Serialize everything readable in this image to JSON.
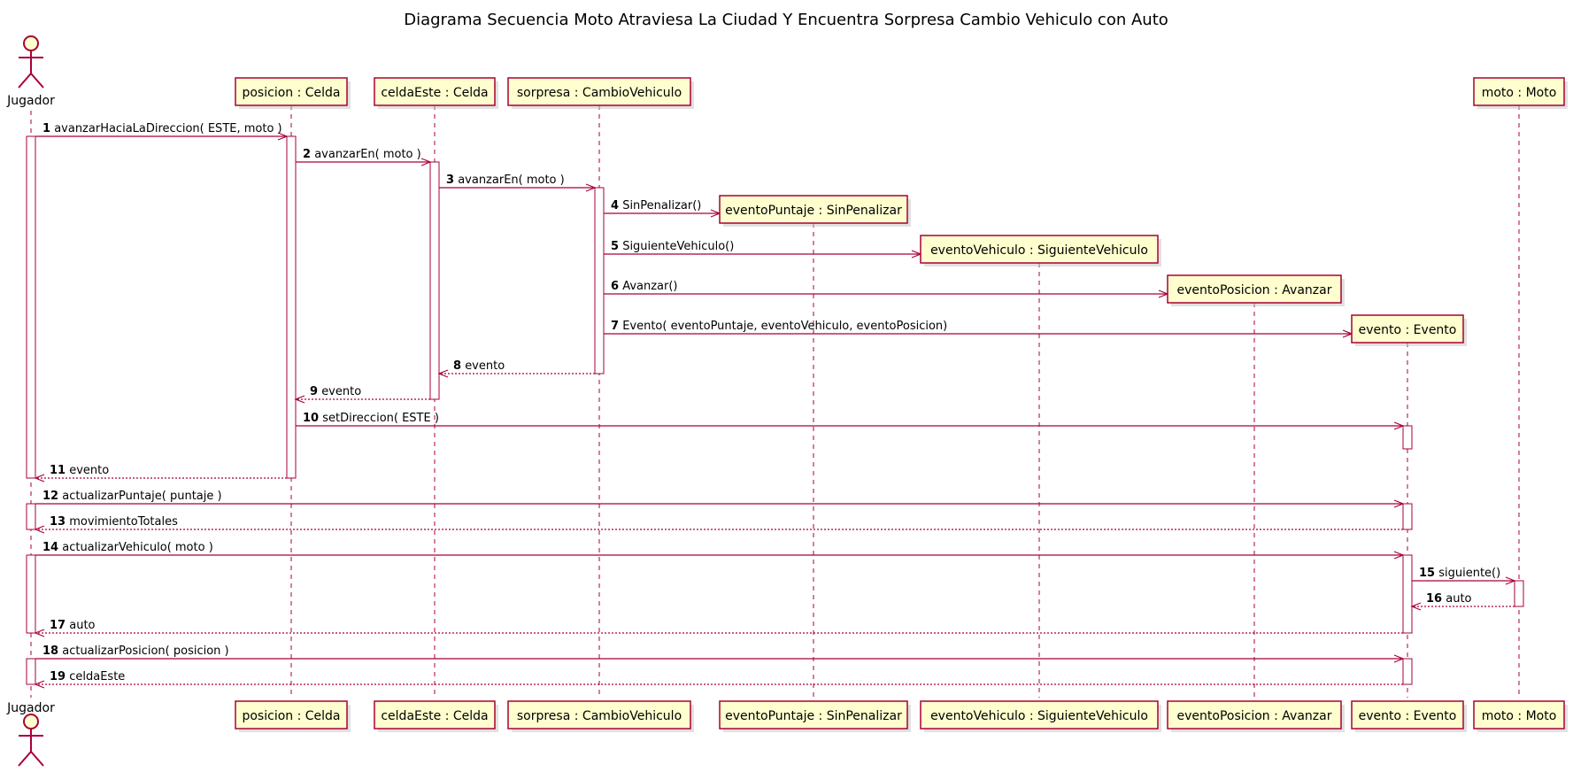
{
  "title": "Diagrama Secuencia Moto Atraviesa La Ciudad Y Encuentra Sorpresa Cambio Vehiculo con Auto",
  "colors": {
    "border": "#a80036",
    "box_fill": "#fefece"
  },
  "actor": {
    "id": "jugador",
    "label": "Jugador"
  },
  "participants": [
    {
      "id": "posicion",
      "label": "posicion : Celda"
    },
    {
      "id": "celdaEste",
      "label": "celdaEste : Celda"
    },
    {
      "id": "sorpresa",
      "label": "sorpresa : CambioVehiculo"
    },
    {
      "id": "eventoPuntaje",
      "label": "eventoPuntaje : SinPenalizar",
      "created_by": 4
    },
    {
      "id": "eventoVehiculo",
      "label": "eventoVehiculo : SiguienteVehiculo",
      "created_by": 5
    },
    {
      "id": "eventoPosicion",
      "label": "eventoPosicion : Avanzar",
      "created_by": 6
    },
    {
      "id": "evento",
      "label": "evento : Evento",
      "created_by": 7
    },
    {
      "id": "moto",
      "label": "moto : Moto"
    }
  ],
  "messages": [
    {
      "n": "1",
      "from": "jugador",
      "to": "posicion",
      "label": "avanzarHaciaLaDireccion( ESTE, moto )",
      "kind": "call"
    },
    {
      "n": "2",
      "from": "posicion",
      "to": "celdaEste",
      "label": "avanzarEn( moto )",
      "kind": "call"
    },
    {
      "n": "3",
      "from": "celdaEste",
      "to": "sorpresa",
      "label": "avanzarEn( moto )",
      "kind": "call"
    },
    {
      "n": "4",
      "from": "sorpresa",
      "to": "eventoPuntaje",
      "label": "SinPenalizar()",
      "kind": "create"
    },
    {
      "n": "5",
      "from": "sorpresa",
      "to": "eventoVehiculo",
      "label": "SiguienteVehiculo()",
      "kind": "create"
    },
    {
      "n": "6",
      "from": "sorpresa",
      "to": "eventoPosicion",
      "label": "Avanzar()",
      "kind": "create"
    },
    {
      "n": "7",
      "from": "sorpresa",
      "to": "evento",
      "label": "Evento( eventoPuntaje, eventoVehiculo, eventoPosicion)",
      "kind": "create"
    },
    {
      "n": "8",
      "from": "sorpresa",
      "to": "celdaEste",
      "label": "evento",
      "kind": "return"
    },
    {
      "n": "9",
      "from": "celdaEste",
      "to": "posicion",
      "label": "evento",
      "kind": "return"
    },
    {
      "n": "10",
      "from": "posicion",
      "to": "evento",
      "label": "setDireccion( ESTE )",
      "kind": "call"
    },
    {
      "n": "11",
      "from": "posicion",
      "to": "jugador",
      "label": "evento",
      "kind": "return"
    },
    {
      "n": "12",
      "from": "jugador",
      "to": "evento",
      "label": "actualizarPuntaje( puntaje )",
      "kind": "call"
    },
    {
      "n": "13",
      "from": "evento",
      "to": "jugador",
      "label": "movimientoTotales",
      "kind": "return"
    },
    {
      "n": "14",
      "from": "jugador",
      "to": "evento",
      "label": "actualizarVehiculo( moto )",
      "kind": "call"
    },
    {
      "n": "15",
      "from": "evento",
      "to": "moto",
      "label": "siguiente()",
      "kind": "call"
    },
    {
      "n": "16",
      "from": "moto",
      "to": "evento",
      "label": "auto",
      "kind": "return"
    },
    {
      "n": "17",
      "from": "evento",
      "to": "jugador",
      "label": "auto",
      "kind": "return"
    },
    {
      "n": "18",
      "from": "jugador",
      "to": "evento",
      "label": "actualizarPosicion( posicion )",
      "kind": "call"
    },
    {
      "n": "19",
      "from": "evento",
      "to": "jugador",
      "label": "celdaEste",
      "kind": "return"
    }
  ]
}
